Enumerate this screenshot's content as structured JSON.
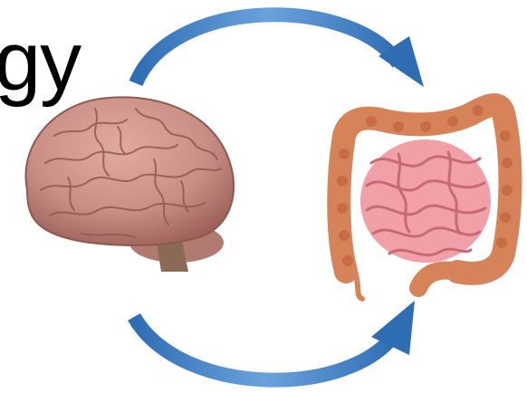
{
  "slide": {
    "title_fragment": "gy"
  },
  "figure": {
    "icons": [
      "brain-icon",
      "intestines-icon"
    ],
    "arrows": [
      "arrow-top-curved",
      "arrow-bottom-curved"
    ],
    "colors": {
      "arrow": "#4a86c8",
      "brain": "#c98f86",
      "brain_shadow": "#a76c64",
      "brain_stem": "#8a6a55",
      "colon": "#d7835a",
      "small_intestine": "#f2a0a8",
      "small_intestine_line": "#c76a78"
    }
  }
}
